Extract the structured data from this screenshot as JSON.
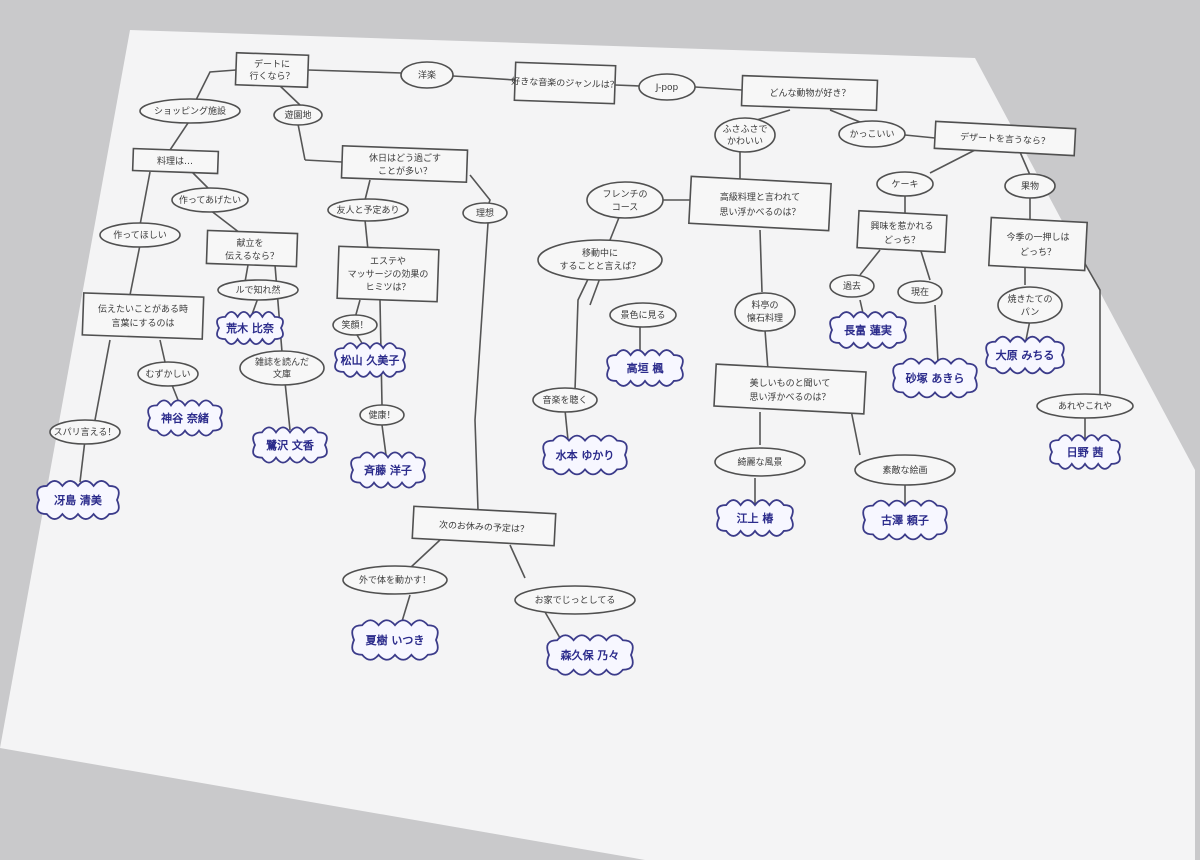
{
  "flowchart": {
    "root": {
      "question": "好きな音楽のジャンルは？"
    },
    "q_date": {
      "question_l1": "デートに",
      "question_l2": "行くなら？",
      "label": "洋楽"
    },
    "q_anime": {
      "question": "どんな動物が好き？",
      "label": "J-pop"
    },
    "q_shopping": {
      "text": "ショッピング施設"
    },
    "q_cook": {
      "text": "料理は…"
    },
    "opt_make": {
      "text": "作ってあげたい"
    },
    "opt_made": {
      "text": "作ってほしい"
    },
    "q_recipe": {
      "question_l1": "献立を",
      "question_l2": "伝えるなら？"
    },
    "opt_recipe1": {
      "text": "ルで知れ然"
    },
    "opt_recipe2_l1": {
      "text": "雑誌を読んだ"
    },
    "opt_recipe2_l2": {
      "text": "文庫"
    },
    "q_special_l1": {
      "text": "伝えたいことがある時"
    },
    "q_special_l2": {
      "text": "言葉にするのは"
    },
    "opt_hard": {
      "text": "むずかしい"
    },
    "opt_easy": {
      "text": "スパリ言える！"
    },
    "q_amuse": {
      "text": "遊園地"
    },
    "q_after_l1": {
      "text": "休日はどう過ごす"
    },
    "q_after_l2": {
      "text": "ことが多い？"
    },
    "opt_friend": {
      "text": "友人と予定あり"
    },
    "opt_quiet": {
      "text": "理想"
    },
    "q_massage_l1": {
      "text": "エステや"
    },
    "q_massage_l2": {
      "text": "マッサージの効果の"
    },
    "q_massage_l3": {
      "text": "ヒミツは？"
    },
    "opt_yes": {
      "text": "笑顔！"
    },
    "opt_health": {
      "text": "健康！"
    },
    "q_next_l1": {
      "text": "次のお休みの予定は？"
    },
    "opt_out": {
      "text": "外で体を動かす！"
    },
    "opt_home": {
      "text": "お家でじっとしてる"
    },
    "q_course_l1": {
      "text": "フレンチの"
    },
    "q_course_l2": {
      "text": "コース"
    },
    "q_cute_l1": {
      "text": "ふさふさで"
    },
    "q_cute_l2": {
      "text": "かわいい"
    },
    "q_cool": {
      "text": "かっこいい"
    },
    "q_dessert": {
      "text": "デザートを言うなら？"
    },
    "opt_cake": {
      "text": "ケーキ"
    },
    "opt_fruit": {
      "text": "果物"
    },
    "q_move_l1": {
      "text": "移動中に"
    },
    "q_move_l2": {
      "text": "することと言えば？"
    },
    "opt_window": {
      "text": "景色に見る"
    },
    "opt_music": {
      "text": "音楽を聴く"
    },
    "q_food_l1": {
      "text": "高級料理と言われて"
    },
    "q_food_l2": {
      "text": "思い浮かべるのは？"
    },
    "opt_lobster_l1": {
      "text": "料亭の"
    },
    "opt_lobster_l2": {
      "text": "懐石料理"
    },
    "q_beauty_l1": {
      "text": "美しいものと聞いて"
    },
    "q_beauty_l2": {
      "text": "思い浮かべるのは？"
    },
    "opt_scenery": {
      "text": "綺麗な風景"
    },
    "opt_painting": {
      "text": "素敵な絵画"
    },
    "q_era_l1": {
      "text": "興味を惹かれる"
    },
    "q_era_l2": {
      "text": "どっち？"
    },
    "opt_past": {
      "text": "過去"
    },
    "opt_present": {
      "text": "現在"
    },
    "q_seasons_l1": {
      "text": "今季の一押しは"
    },
    "q_seasons_l2": {
      "text": "どっち？"
    },
    "opt_bread_l1": {
      "text": "焼きたての"
    },
    "opt_bread_l2": {
      "text": "パン"
    },
    "opt_sweets": {
      "text": "あれやこれや"
    },
    "results": [
      "冴島 清美",
      "神谷 奈緒",
      "荒木 比奈",
      "鷺沢 文香",
      "松山 久美子",
      "斉藤 洋子",
      "夏樹 いつき",
      "森久保 乃々",
      "水本 ゆかり",
      "高垣 楓",
      "江上 椿",
      "古澤 頼子",
      "長富 蓮実",
      "砂塚 あきら",
      "大原 みちる",
      "日野 茜"
    ]
  }
}
